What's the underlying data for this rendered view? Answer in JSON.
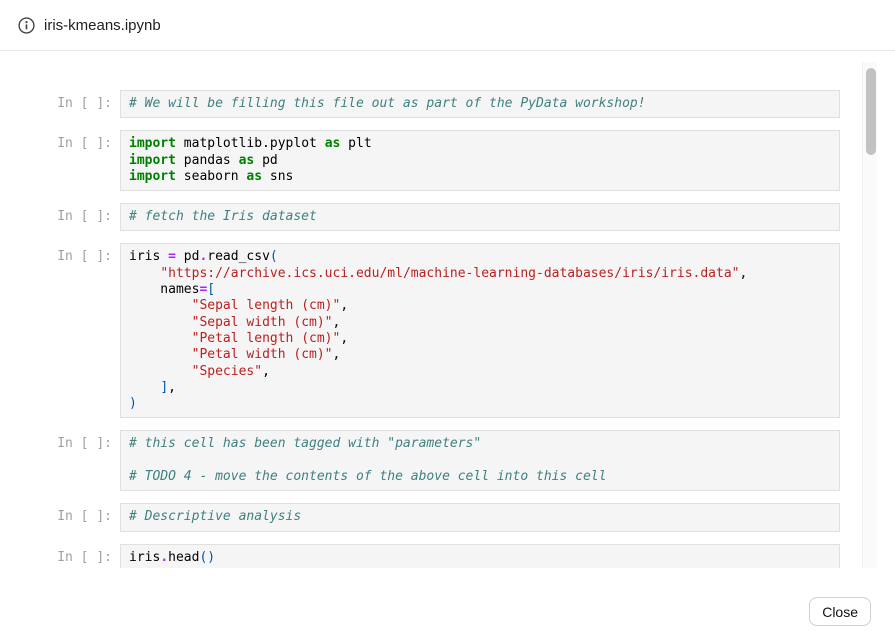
{
  "header": {
    "title": "iris-kmeans.ipynb"
  },
  "footer": {
    "close_label": "Close"
  },
  "colors": {
    "cell_bg": "#f5f5f5",
    "cell_border": "#e0e0e0",
    "prompt_color": "#a0a0a0",
    "header_divider": "#e7e7e7",
    "scroll_thumb": "#c2c2c2",
    "syntax": {
      "comment": "#408080",
      "keyword": "#008000",
      "operator": "#AA22FF",
      "string": "#BA2121",
      "punct": "#0055AA",
      "plain": "#000000"
    }
  },
  "notebook": {
    "prompt_label": "In [ ]:",
    "cells": [
      {
        "lines": [
          [
            [
              "com",
              "# We will be filling this file out as part of the PyData workshop!"
            ]
          ]
        ]
      },
      {
        "lines": [
          [
            [
              "kw",
              "import"
            ],
            [
              "plain",
              " matplotlib.pyplot "
            ],
            [
              "kw",
              "as"
            ],
            [
              "plain",
              " plt"
            ]
          ],
          [
            [
              "kw",
              "import"
            ],
            [
              "plain",
              " pandas "
            ],
            [
              "kw",
              "as"
            ],
            [
              "plain",
              " pd"
            ]
          ],
          [
            [
              "kw",
              "import"
            ],
            [
              "plain",
              " seaborn "
            ],
            [
              "kw",
              "as"
            ],
            [
              "plain",
              " sns"
            ]
          ]
        ]
      },
      {
        "lines": [
          [
            [
              "com",
              "# fetch the Iris dataset"
            ]
          ]
        ]
      },
      {
        "lines": [
          [
            [
              "plain",
              "iris "
            ],
            [
              "op",
              "="
            ],
            [
              "plain",
              " pd"
            ],
            [
              "op",
              "."
            ],
            [
              "plain",
              "read_csv"
            ],
            [
              "punc",
              "("
            ]
          ],
          [
            [
              "plain",
              "    "
            ],
            [
              "str",
              "\"https://archive.ics.uci.edu/ml/machine-learning-databases/iris/iris.data\""
            ],
            [
              "plain",
              ","
            ]
          ],
          [
            [
              "plain",
              "    names"
            ],
            [
              "op",
              "="
            ],
            [
              "punc",
              "["
            ]
          ],
          [
            [
              "plain",
              "        "
            ],
            [
              "str",
              "\"Sepal length (cm)\""
            ],
            [
              "plain",
              ","
            ]
          ],
          [
            [
              "plain",
              "        "
            ],
            [
              "str",
              "\"Sepal width (cm)\""
            ],
            [
              "plain",
              ","
            ]
          ],
          [
            [
              "plain",
              "        "
            ],
            [
              "str",
              "\"Petal length (cm)\""
            ],
            [
              "plain",
              ","
            ]
          ],
          [
            [
              "plain",
              "        "
            ],
            [
              "str",
              "\"Petal width (cm)\""
            ],
            [
              "plain",
              ","
            ]
          ],
          [
            [
              "plain",
              "        "
            ],
            [
              "str",
              "\"Species\""
            ],
            [
              "plain",
              ","
            ]
          ],
          [
            [
              "plain",
              "    "
            ],
            [
              "punc",
              "]"
            ],
            [
              "plain",
              ","
            ]
          ],
          [
            [
              "punc",
              ")"
            ]
          ]
        ]
      },
      {
        "lines": [
          [
            [
              "com",
              "# this cell has been tagged with \"parameters\""
            ]
          ],
          [],
          [
            [
              "com",
              "# TODO 4 - move the contents of the above cell into this cell"
            ]
          ]
        ]
      },
      {
        "lines": [
          [
            [
              "com",
              "# Descriptive analysis"
            ]
          ]
        ]
      },
      {
        "lines": [
          [
            [
              "plain",
              "iris"
            ],
            [
              "op",
              "."
            ],
            [
              "plain",
              "head"
            ],
            [
              "punc",
              "()"
            ]
          ]
        ]
      }
    ]
  }
}
